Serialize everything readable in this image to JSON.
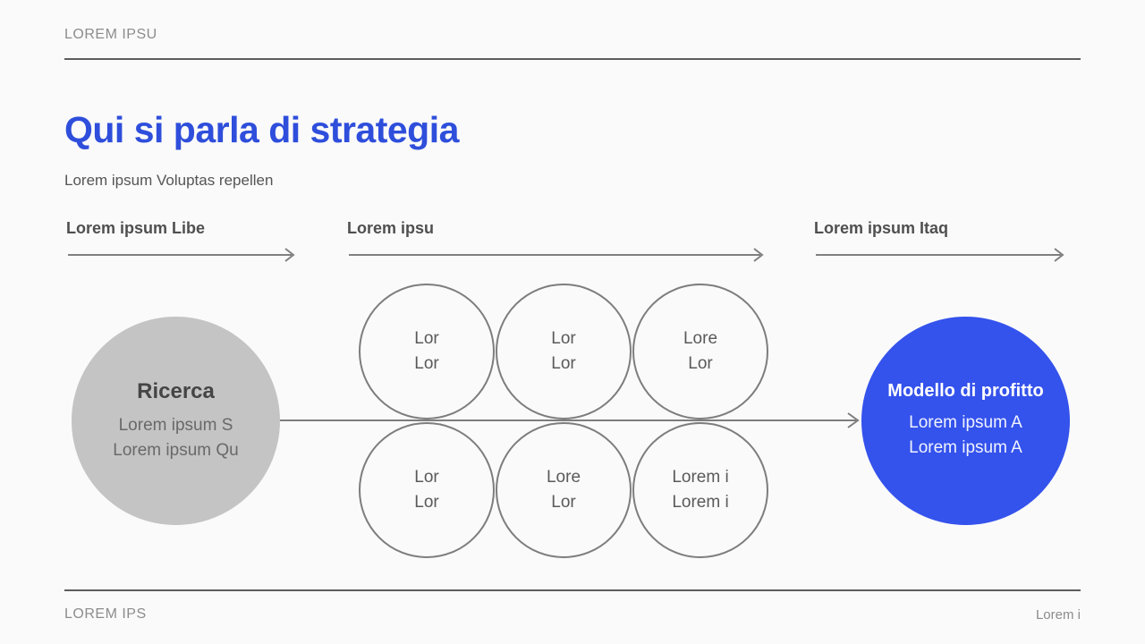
{
  "header": {
    "brand": "LOREM IPSU"
  },
  "hero": {
    "title": "Qui si parla di strategia",
    "subtitle": "Lorem ipsum Voluptas repellen"
  },
  "phases": [
    {
      "label": "Lorem ipsum Libe"
    },
    {
      "label": "Lorem ipsu"
    },
    {
      "label": "Lorem ipsum Itaq"
    }
  ],
  "diagram": {
    "start_node": {
      "title": "Ricerca",
      "lines": [
        "Lorem ipsum S",
        "Lorem ipsum Qu"
      ]
    },
    "process_top": [
      {
        "lines": [
          "Lor",
          "Lor"
        ]
      },
      {
        "lines": [
          "Lor",
          "Lor"
        ]
      },
      {
        "lines": [
          "Lore",
          "Lor"
        ]
      }
    ],
    "process_bottom": [
      {
        "lines": [
          "Lor",
          "Lor"
        ]
      },
      {
        "lines": [
          "Lore",
          "Lor"
        ]
      },
      {
        "lines": [
          "Lorem i",
          "Lorem i"
        ]
      }
    ],
    "end_node": {
      "title": "Modello di profitto",
      "lines": [
        "Lorem ipsum A",
        "Lorem ipsum A"
      ]
    }
  },
  "footer": {
    "left": "LOREM IPS",
    "right": "Lorem i"
  },
  "colors": {
    "title_blue": "#2e4edb",
    "accent_blue": "#3452ec",
    "node_gray": "#c4c4c4",
    "line_gray": "#7d7d7d"
  }
}
